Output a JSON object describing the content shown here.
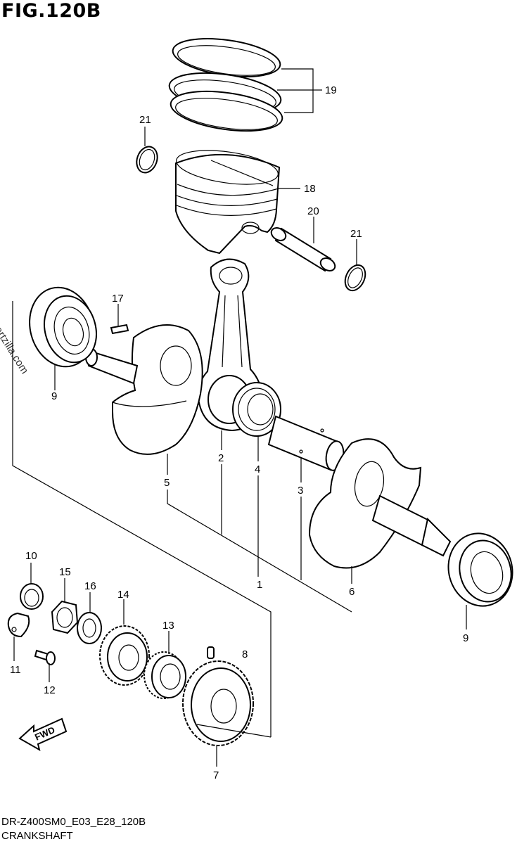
{
  "title": "FIG.120B",
  "footer": {
    "code": "DR-Z400SM0_E03_E28_120B",
    "name": "CRANKSHAFT"
  },
  "watermark": "© Partzilla.com",
  "fwd_label": "FWD",
  "callouts": [
    "19",
    "21",
    "18",
    "20",
    "21",
    "17",
    "9",
    "2",
    "4",
    "5",
    "3",
    "1",
    "6",
    "9",
    "10",
    "15",
    "16",
    "14",
    "13",
    "8",
    "11",
    "12",
    "7"
  ]
}
